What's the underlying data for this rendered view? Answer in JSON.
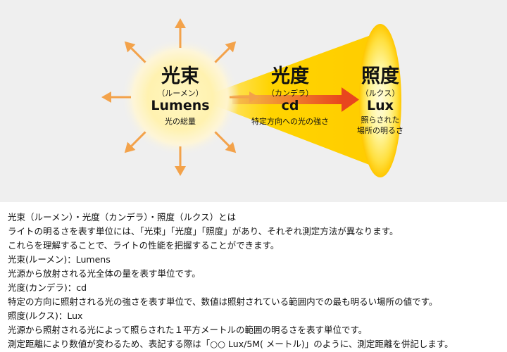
{
  "diagram": {
    "lumens": {
      "kanji": "光束",
      "kana": "（ルーメン）",
      "en": "Lumens",
      "desc": "光の総量"
    },
    "candela": {
      "kanji": "光度",
      "kana": "（カンデラ）",
      "en": "cd",
      "desc": "特定方向への光の強さ"
    },
    "lux": {
      "kanji": "照度",
      "kana": "（ルクス）",
      "en": "Lux",
      "desc_line1": "照らされた",
      "desc_line2": "場所の明るさ"
    },
    "colors": {
      "background": "#efefef",
      "ray_arrow": "#f3a24a",
      "beam": "#ffd400",
      "red_arrow": "#e8461e",
      "lux_ellipse": "#ffc700"
    }
  },
  "notes": [
    "光束（ルーメン）・光度（カンデラ）・照度（ルクス）とは",
    "ライトの明るさを表す単位には、「光束」「光度」「照度」があり、それぞれ測定方法が異なります。",
    "これらを理解することで、ライトの性能を把握することができます。",
    "光束(ルーメン)：Lumens",
    "光源から放射される光全体の量を表す単位です。",
    "光度(カンデラ)：cd",
    "特定の方向に照射される光の強さを表す単位で、数値は照射されている範囲内での最も明るい場所の値です。",
    "照度(ルクス)：Lux",
    "光源から照射される光によって照らされた１平方メートルの範囲の明るさを表す単位です。",
    "測定距離により数値が変わるため、表記する際は「○○ Lux/5M( メートル)」のように、測定距離を併記します。"
  ]
}
